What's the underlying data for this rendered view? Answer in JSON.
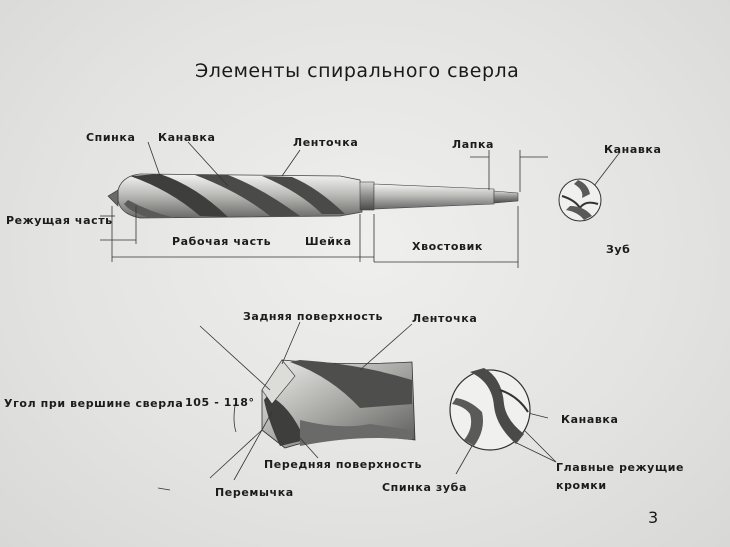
{
  "title": "Элементы спирального сверла",
  "page_number": "3",
  "top_labels": {
    "spinka": "Спинка",
    "kanavka": "Канавка",
    "lentochka": "Ленточка",
    "lapka": "Лапка",
    "kanavka_right": "Канавка",
    "rezhushchaya_chast": "Режущая часть",
    "rabochaya_chast": "Рабочая часть",
    "sheyka": "Шейка",
    "khvostovik": "Хвостовик",
    "zub": "Зуб"
  },
  "bottom_labels": {
    "zadnyaya_poverkhnost": "Задняя поверхность",
    "lentochka": "Ленточка",
    "ugol_text": "Угол при вершине сверла",
    "ugol_value": "105 - 118°",
    "perednyaya_poverkhnost": "Передняя поверхность",
    "peremychka": "Перемычка",
    "spinka_zuba": "Спинка зуба",
    "kanavka": "Канавка",
    "glavnye_line1": "Главные режущие",
    "glavnye_line2": "кромки"
  }
}
